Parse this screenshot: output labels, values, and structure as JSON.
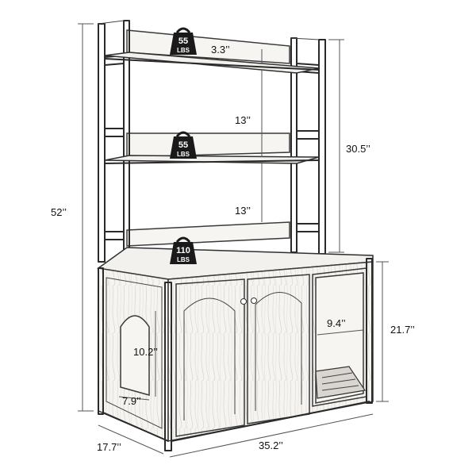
{
  "dimensions": {
    "total_height": "52’’",
    "top_gap": "3.3’’",
    "shelf_gap_upper": "13’’",
    "shelf_gap_lower": "13’’",
    "hutch_height": "30.5’’",
    "cabinet_height": "21.7’’",
    "depth": "17.7’’",
    "width": "35.2’’",
    "entry_height": "10.2’’",
    "entry_width": "7.9’’",
    "opening_width": "9.4’’"
  },
  "weights": [
    {
      "value": "55",
      "unit": "LBS"
    },
    {
      "value": "55",
      "unit": "LBS"
    },
    {
      "value": "110",
      "unit": "LBS"
    }
  ],
  "colors": {
    "badge": "#1a1a1a",
    "frame": "#2a2a2a",
    "panel": "#f7f5f2"
  }
}
